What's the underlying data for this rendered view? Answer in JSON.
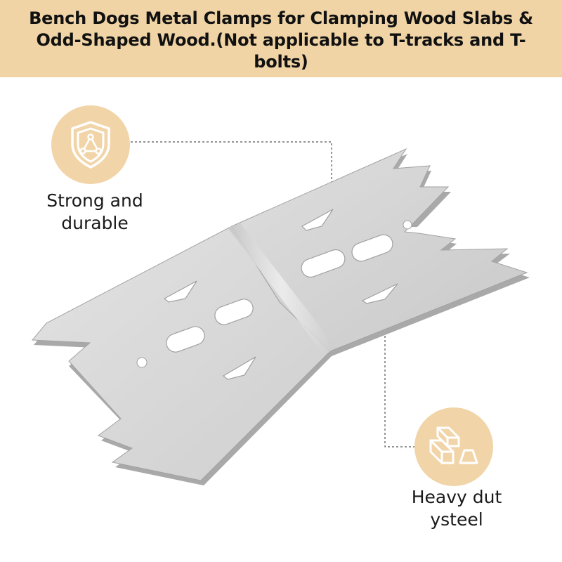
{
  "header": {
    "title": "Bench Dogs Metal Clamps for Clamping Wood Slabs & Odd-Shaped Wood.(Not applicable to T-tracks and T-bolts)"
  },
  "features": [
    {
      "label": "Strong and\ndurable",
      "icon": "shield-triangle-icon"
    },
    {
      "label": "Heavy dut\nysteel",
      "icon": "steel-bars-icon"
    }
  ],
  "colors": {
    "banner_background": "#f0d4a6",
    "badge_background": "#f1d5a8",
    "icon_stroke": "#ffffff",
    "metal_light": "#dddddd",
    "metal_dark": "#bdbdbd",
    "metal_edge": "#9e9e9e",
    "leader_line": "#555555"
  }
}
